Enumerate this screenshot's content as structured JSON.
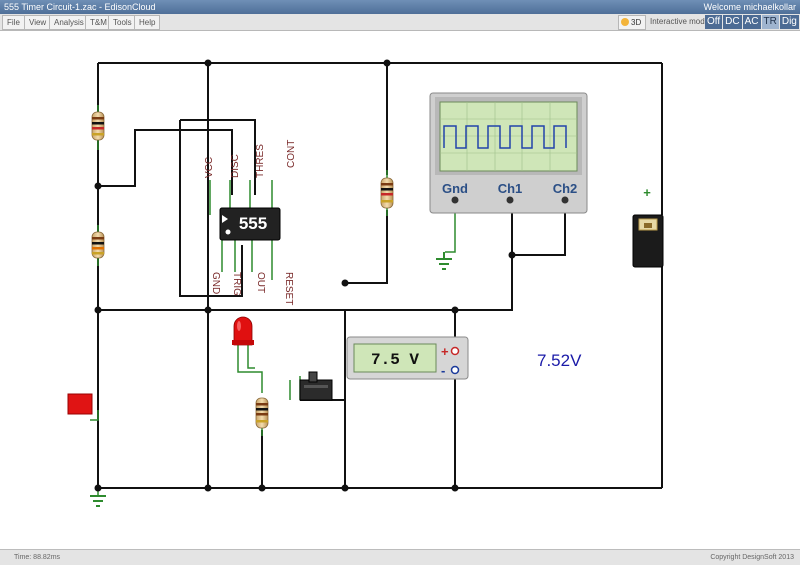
{
  "window": {
    "title": "555 Timer Circuit-1.zac - EdisonCloud",
    "welcome": "Welcome michaelkollar"
  },
  "menu": [
    "File",
    "View",
    "Analysis",
    "T&M",
    "Tools",
    "Help"
  ],
  "toolbar": {
    "view_3d": "3D",
    "interactive_label": "Interactive mode",
    "modes": [
      "Off",
      "DC",
      "AC",
      "TR",
      "Dig"
    ],
    "active_mode": "TR"
  },
  "ic": {
    "label": "555",
    "pins_top": [
      "VCC",
      "DISC",
      "THRES",
      "CONT"
    ],
    "pins_bottom": [
      "GND",
      "TRIG",
      "OUT",
      "RESET"
    ]
  },
  "oscilloscope": {
    "channels": [
      "Gnd",
      "Ch1",
      "Ch2"
    ]
  },
  "voltmeter": {
    "display": "7.5 V",
    "plus": "+",
    "minus": "-"
  },
  "battery": {
    "plus": "+"
  },
  "voltage_readout": "7.52V",
  "status": {
    "time": "Time: 88.82ms",
    "copyright": "Copyright DesignSoft 2013"
  },
  "colors": {
    "accent": "#4e6f98",
    "wire": "#111111",
    "lead": "#2e8b2e",
    "scope_trace": "#2244aa",
    "readout": "#1a1aa8",
    "led": "#e01010"
  }
}
